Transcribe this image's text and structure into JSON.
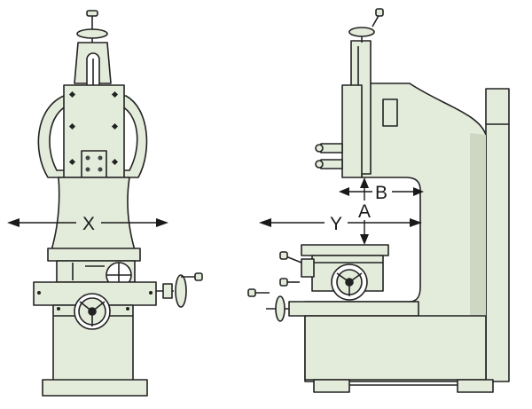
{
  "colors": {
    "background": "#ffffff",
    "machine_fill": "#e3ebdb",
    "machine_shade": "#cdd8c2",
    "outline": "#222222"
  },
  "dimensions": {
    "x_label": "X",
    "y_label": "Y",
    "a_label": "A",
    "b_label": "B"
  }
}
